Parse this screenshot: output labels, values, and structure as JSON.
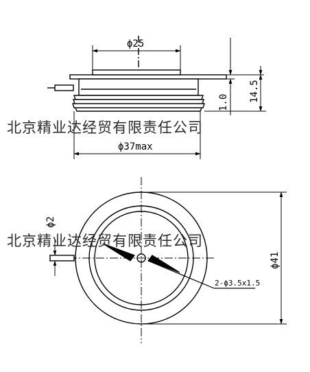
{
  "dimensions": {
    "top_diameter": "ϕ25",
    "overall_height": "14.5",
    "flange_thickness": "1.0",
    "max_diameter": "ϕ37max",
    "pin_diameter": "ϕ2",
    "body_diameter": "ϕ41",
    "holes": "2-ϕ3.5x1.5"
  },
  "watermark": {
    "text": "北京精业达经贸有限责任公司"
  }
}
